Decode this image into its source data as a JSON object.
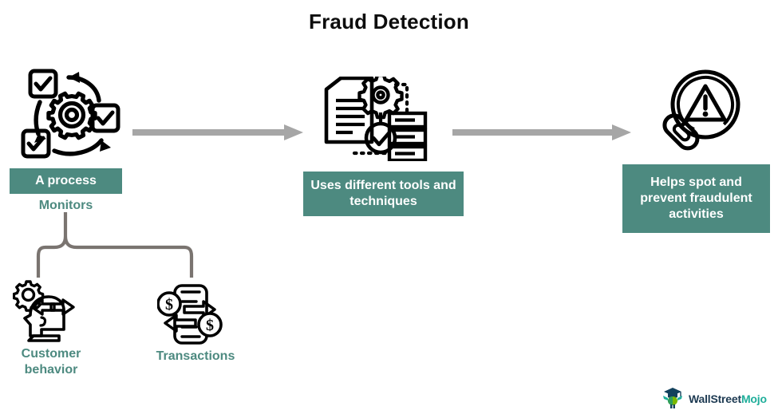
{
  "page": {
    "title": "Fraud Detection",
    "background_color": "#ffffff",
    "accent_teal": "#4d8a80",
    "arrow_gray": "#a6a6a6",
    "brace_gray": "#7a7470",
    "icon_black": "#000000"
  },
  "stages": [
    {
      "id": "stage-1",
      "icon": "process-cycle-gear-checkboxes-icon",
      "box_label": "A process",
      "sub_label": "Monitors"
    },
    {
      "id": "stage-2",
      "icon": "document-gear-database-tools-icon",
      "box_label": "Uses different tools and techniques"
    },
    {
      "id": "stage-3",
      "icon": "magnifier-warning-triangle-icon",
      "box_label": "Helps spot and prevent fraudulent activities"
    }
  ],
  "connectors": [
    {
      "id": "arrow-1",
      "type": "right-arrow",
      "color": "#a6a6a6"
    },
    {
      "id": "arrow-2",
      "type": "right-arrow",
      "color": "#a6a6a6"
    },
    {
      "id": "brace-1",
      "type": "curly-brace-down",
      "color": "#7a7470"
    }
  ],
  "branches": [
    {
      "id": "branch-customer-behavior",
      "icon": "head-gear-arrows-icon",
      "label_line_1": "Customer",
      "label_line_2": "behavior"
    },
    {
      "id": "branch-transactions",
      "icon": "money-exchange-dollar-icon",
      "label_line_1": "Transactions",
      "label_line_2": ""
    }
  ],
  "logo": {
    "icon": "wallstreetmojo-bull-mascot-icon",
    "text_primary": "WallStreet",
    "text_secondary": "Mojo",
    "color_primary": "#1d3a52",
    "color_secondary": "#1fae9a"
  }
}
